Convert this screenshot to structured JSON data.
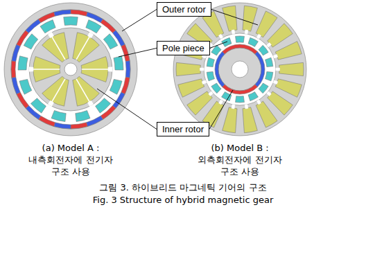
{
  "diagram": {
    "caption": "그림 3. 하이브리드 마그네틱 기어의 구조",
    "nodes": [
      {
        "text": [
          "Outer rotor"
        ]
      },
      {
        "text": [
          "Pole piece"
        ]
      },
      {
        "text": [
          "Inner rotor"
        ]
      }
    ],
    "labels": [
      "(a) Model A : 내측회전자에 전기자 구조 사용",
      "(b) Model B : 외측회전자에 전기자 구조 사용",
      "Fig. 3 Structure of hybrid magnetic gear"
    ]
  }
}
